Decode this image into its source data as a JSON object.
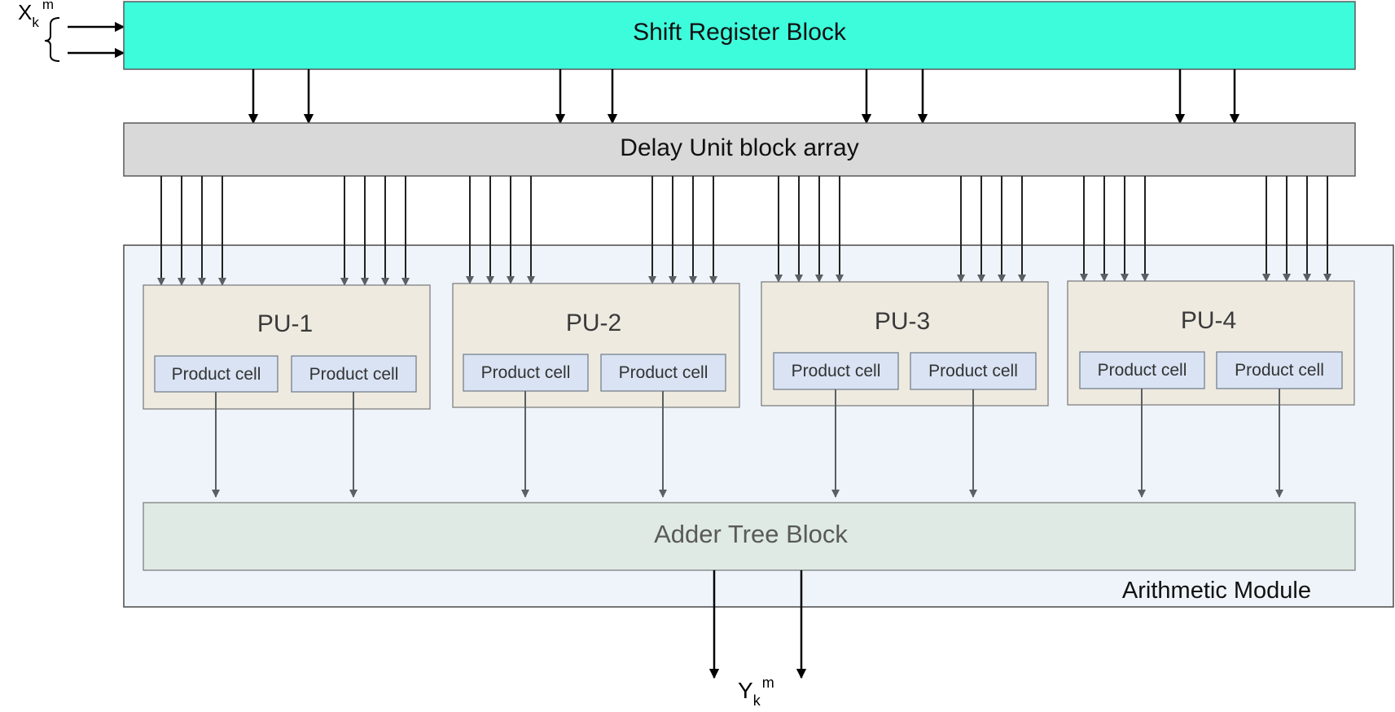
{
  "input_label": {
    "base": "X",
    "sub": "k",
    "sup": "m"
  },
  "output_label": {
    "base": "Y",
    "sub": "k",
    "sup": "m"
  },
  "shift_register": {
    "label": "Shift Register Block"
  },
  "delay_unit": {
    "label": "Delay Unit block array"
  },
  "arithmetic_module": {
    "label": "Arithmetic Module"
  },
  "adder_tree": {
    "label": "Adder Tree Block"
  },
  "processing_units": [
    {
      "label": "PU-1",
      "cells": [
        "Product cell",
        "Product cell"
      ]
    },
    {
      "label": "PU-2",
      "cells": [
        "Product cell",
        "Product cell"
      ]
    },
    {
      "label": "PU-3",
      "cells": [
        "Product cell",
        "Product cell"
      ]
    },
    {
      "label": "PU-4",
      "cells": [
        "Product cell",
        "Product cell"
      ]
    }
  ],
  "colors": {
    "shift_register_fill": "#3dfcdc",
    "delay_unit_fill": "#d9d9d9",
    "arithmetic_module_fill": "#eef4fa",
    "pu_fill": "#eeeae0",
    "product_cell_fill": "#d9e3f3",
    "adder_tree_fill": "#dfeae5",
    "arrow_dark": "#000000",
    "arrow_grey": "#5a5f63"
  }
}
